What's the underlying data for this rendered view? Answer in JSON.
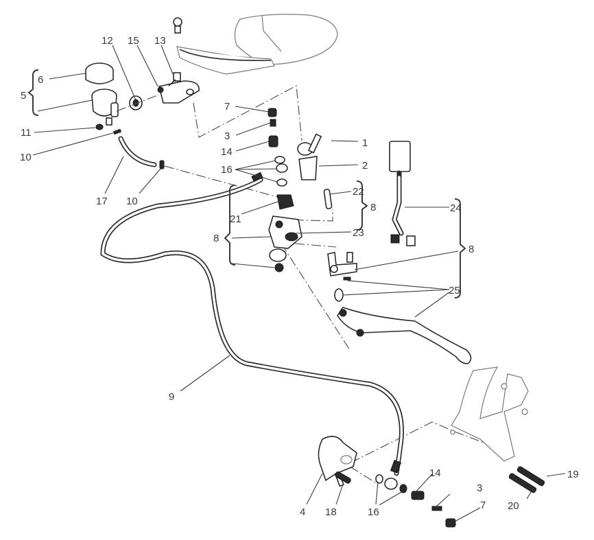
{
  "diagram": {
    "type": "exploded-parts-diagram",
    "subject": "Clutch master cylinder, reservoir, hose and slave cylinder assembly",
    "callouts": [
      {
        "id": "c6",
        "text": "6"
      },
      {
        "id": "c5",
        "text": "5"
      },
      {
        "id": "c12",
        "text": "12"
      },
      {
        "id": "c15",
        "text": "15"
      },
      {
        "id": "c13",
        "text": "13"
      },
      {
        "id": "c11",
        "text": "11"
      },
      {
        "id": "c10a",
        "text": "10"
      },
      {
        "id": "c17",
        "text": "17"
      },
      {
        "id": "c10b",
        "text": "10"
      },
      {
        "id": "c7a",
        "text": "7"
      },
      {
        "id": "c3a",
        "text": "3"
      },
      {
        "id": "c14a",
        "text": "14"
      },
      {
        "id": "c16a",
        "text": "16"
      },
      {
        "id": "c1",
        "text": "1"
      },
      {
        "id": "c2",
        "text": "2"
      },
      {
        "id": "c22",
        "text": "22"
      },
      {
        "id": "c8a",
        "text": "8"
      },
      {
        "id": "c21",
        "text": "21"
      },
      {
        "id": "c8b",
        "text": "8"
      },
      {
        "id": "c23",
        "text": "23"
      },
      {
        "id": "c24",
        "text": "24"
      },
      {
        "id": "c8c",
        "text": "8"
      },
      {
        "id": "c25",
        "text": "25"
      },
      {
        "id": "c9",
        "text": "9"
      },
      {
        "id": "c4",
        "text": "4"
      },
      {
        "id": "c18",
        "text": "18"
      },
      {
        "id": "c16b",
        "text": "16"
      },
      {
        "id": "c14b",
        "text": "14"
      },
      {
        "id": "c3b",
        "text": "3"
      },
      {
        "id": "c7b",
        "text": "7"
      },
      {
        "id": "c20",
        "text": "20"
      },
      {
        "id": "c19",
        "text": "19"
      }
    ],
    "parts": [
      "reservoir-cap",
      "fluid-reservoir",
      "reservoir-grommet",
      "reservoir-bracket",
      "bracket-screw",
      "reservoir-hose",
      "hose-clamp",
      "master-cylinder",
      "lever",
      "clutch-switch",
      "clutch-hose",
      "slave-cylinder",
      "mounting-plate",
      "bolts",
      "mirror"
    ]
  }
}
